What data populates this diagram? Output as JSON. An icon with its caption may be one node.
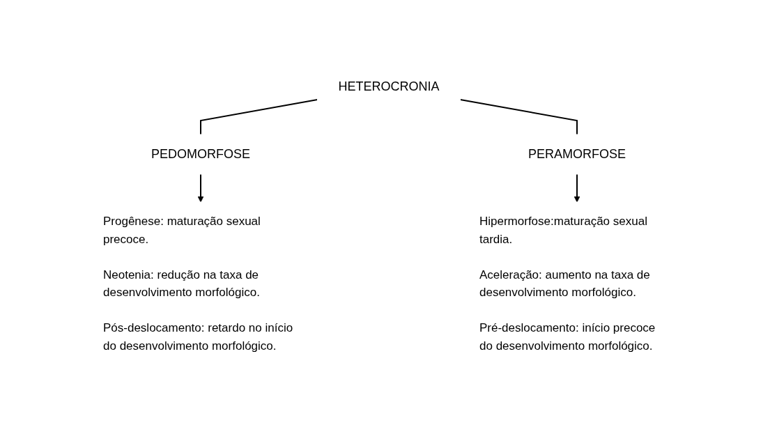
{
  "diagram": {
    "nodes": [
      {
        "text": [
          "HETEROCRONIA"
        ]
      },
      {
        "text": [
          "PEDOMORFOSE"
        ]
      },
      {
        "text": [
          "PERAMORFOSE"
        ]
      },
      {
        "text": [
          "Progênese: maturação sexual precoce.",
          "Neotenia: redução na taxa de desenvolvimento morfológico.",
          "Pós-deslocamento: retardo no início do desenvolvimento morfológico."
        ]
      },
      {
        "text": [
          "Hipermorfose:maturação sexual tardia.",
          "Aceleração: aumento na taxa de desenvolvimento morfológico.",
          "Pré-deslocamento: início precoce do desenvolvimento morfológico."
        ]
      }
    ],
    "edges": [
      {
        "from": 0,
        "to": 1,
        "arrow": "none"
      },
      {
        "from": 0,
        "to": 2,
        "arrow": "none"
      },
      {
        "from": 1,
        "to": 3,
        "arrow": "to"
      },
      {
        "from": 2,
        "to": 4,
        "arrow": "to"
      }
    ]
  }
}
